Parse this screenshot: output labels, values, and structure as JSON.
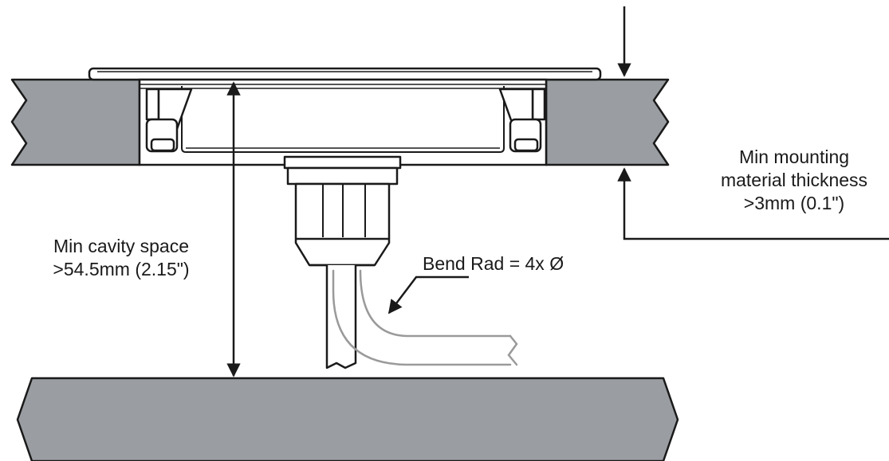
{
  "colors": {
    "panel_gray": "#9a9ea2",
    "outline": "#1a1a1a",
    "cable_gray": "#9a9a9a",
    "background": "#ffffff"
  },
  "labels": {
    "cavity_line1": "Min cavity space",
    "cavity_line2": ">54.5mm (2.15\")",
    "mounting_line1": "Min mounting",
    "mounting_line2": "material thickness",
    "mounting_line3": ">3mm (0.1\")",
    "bend_radius": "Bend Rad = 4x Ø"
  }
}
